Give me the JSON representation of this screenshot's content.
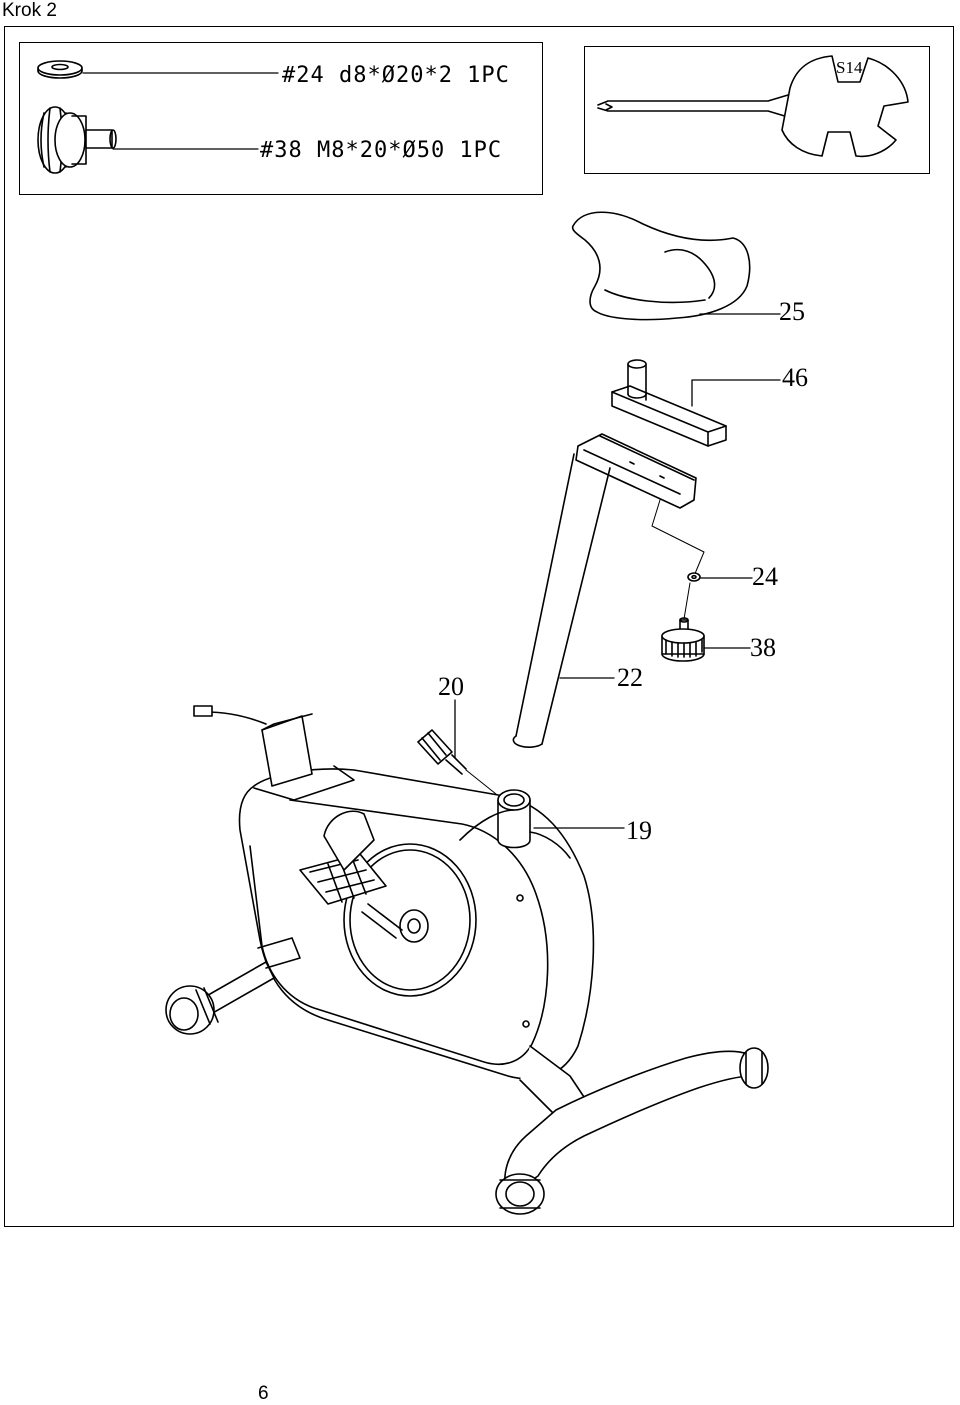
{
  "title": "Krok 2",
  "hardware": {
    "washer_label": "#24 d8*Ø20*2 1PC",
    "knob_label": "#38 M8*20*Ø50 1PC"
  },
  "tool": {
    "label": "S14",
    "icon": "wrench-screwdriver-icon"
  },
  "callouts": {
    "seat": "25",
    "slider": "46",
    "washer": "24",
    "knob": "38",
    "seatpost_knob": "20",
    "seatpost": "22",
    "frame_tube": "19"
  },
  "page_number": "6"
}
